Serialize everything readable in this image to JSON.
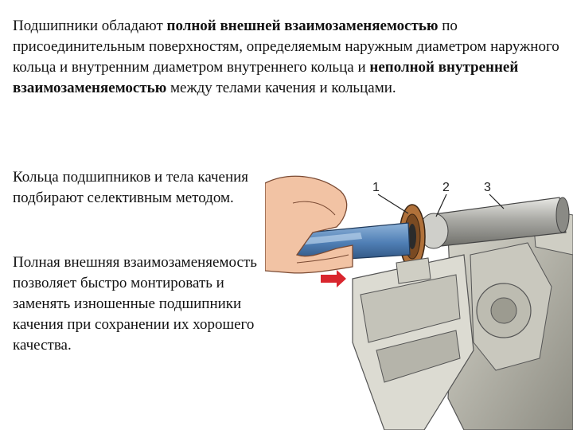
{
  "top_paragraph": {
    "part1": "Подшипники обладают ",
    "bold1": "полной внешней взаимозаменяемостью",
    "part2": " по присоединительным поверхностям, определяемым наружным диаметром наружного кольца и внутренним диаметром внутреннего кольца и ",
    "bold2": "неполной внутренней взаимозаменяемостью",
    "part3": " между телами качения и кольцами."
  },
  "side_paragraph_1": "Кольца подшипников и тела качения подбирают селективным методом.",
  "side_paragraph_2": "Полная внешняя взаимозаменяемость позволяет быстро монтировать и заменять изношенные подшипники качения при сохранении их хорошего качества.",
  "figure": {
    "labels": [
      "1",
      "2",
      "3"
    ],
    "colors": {
      "arrow": "#d9262e",
      "tube": "#4f7fb5",
      "skin": "#f2c3a4",
      "metal": "#b9b8ad",
      "bearing": "#b0713a"
    }
  }
}
